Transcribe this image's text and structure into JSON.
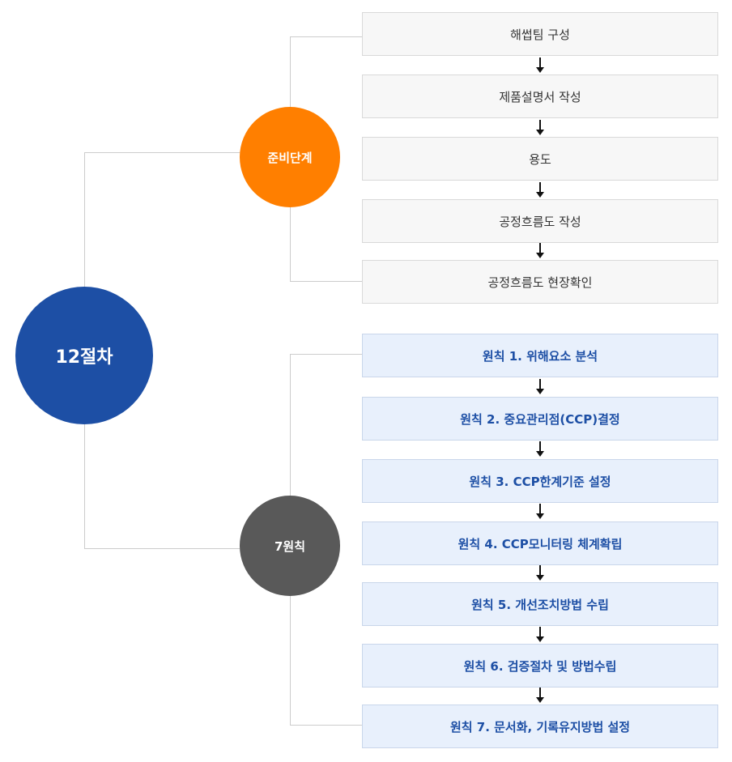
{
  "main": {
    "label": "12절차"
  },
  "preparation": {
    "label": "준비단계",
    "steps": [
      "해썹팀 구성",
      "제품설명서 작성",
      "용도",
      "공정흐름도 작성",
      "공정흐름도 현장확인"
    ]
  },
  "principles": {
    "label": "7원칙",
    "steps": [
      "원칙 1. 위해요소 분석",
      "원칙 2. 중요관리점(CCP)결정",
      "원칙 3. CCP한계기준 설정",
      "원칙 4. CCP모니터링 체계확립",
      "원칙 5. 개선조치방법 수립",
      "원칙 6. 검증절차 및 방법수립",
      "원칙 7. 문서화, 기록유지방법 설정"
    ]
  },
  "colors": {
    "main": "#1d4fa5",
    "preparation": "#ff7f00",
    "principles": "#595959",
    "principle_text": "#1d4fa5",
    "connector": "#cccccc"
  }
}
